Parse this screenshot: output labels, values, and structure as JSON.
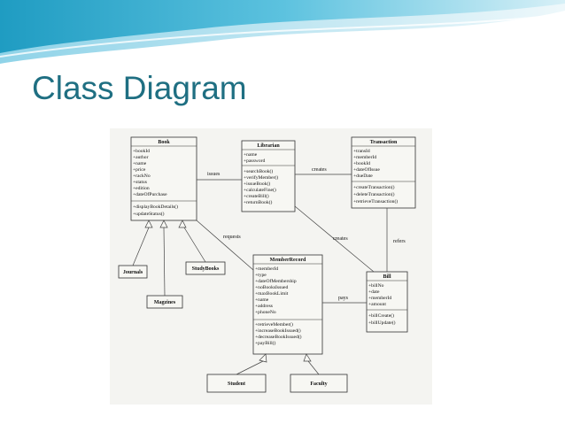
{
  "slide": {
    "title": "Class Diagram"
  },
  "classes": {
    "book": {
      "name": "Book",
      "attributes": [
        "+bookId",
        "+author",
        "+name",
        "+price",
        "+rackNo",
        "+status",
        "+edition",
        "+dateOfPurchase"
      ],
      "methods": [
        "+displayBookDetails()",
        "+updateStatus()"
      ]
    },
    "librarian": {
      "name": "Librarian",
      "attributes": [
        "+name",
        "+password"
      ],
      "methods": [
        "+searchBook()",
        "+verifyMember()",
        "+issueBook()",
        "+calculateFine()",
        "+createBill()",
        "+returnBook()"
      ]
    },
    "transaction": {
      "name": "Transaction",
      "attributes": [
        "+transId",
        "+memberId",
        "+bookId",
        "+dateOfIssue",
        "+dueDate"
      ],
      "methods": [
        "+createTransaction()",
        "+deleteTransaction()",
        "+retrieveTransaction()"
      ]
    },
    "member_record": {
      "name": "MemberRecord",
      "attributes": [
        "+memberId",
        "+type",
        "+dateOfMembership",
        "+noBooksIssued",
        "+maxBookLimit",
        "+name",
        "+address",
        "+phoneNo"
      ],
      "methods": [
        "+retrieveMember()",
        "+increaseBookIssued()",
        "+decreaseBookIssued()",
        "+payBill()"
      ]
    },
    "bill": {
      "name": "Bill",
      "attributes": [
        "+billNo",
        "+date",
        "+memberId",
        "+amount"
      ],
      "methods": [
        "+billCreate()",
        "+billUpdate()"
      ]
    },
    "journals": {
      "name": "Journals"
    },
    "magazines": {
      "name": "Magzines"
    },
    "study_books": {
      "name": "StudyBooks"
    },
    "student": {
      "name": "Student"
    },
    "faculty": {
      "name": "Faculty"
    }
  },
  "relations": {
    "issues": "issues",
    "creates_transaction": "creates",
    "creates_bill": "creates",
    "refers": "refers",
    "requests": "requests",
    "pays": "pays"
  },
  "colors": {
    "title": "#1f6f82",
    "wave_dark": "#2aa7c8",
    "wave_light": "#bfe6f2"
  }
}
